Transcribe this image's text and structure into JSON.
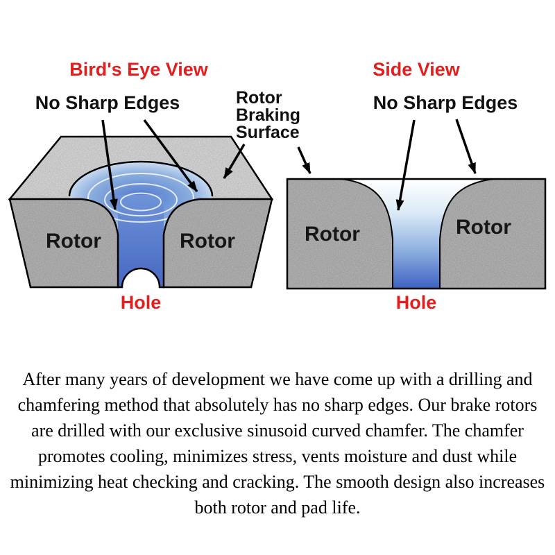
{
  "diagram": {
    "birdseye": {
      "title": "Bird's Eye View",
      "rotor_left": "Rotor",
      "rotor_right": "Rotor",
      "hole": "Hole"
    },
    "sideview": {
      "title": "Side View",
      "rotor_left": "Rotor",
      "rotor_right": "Rotor",
      "hole": "Hole"
    },
    "labels": {
      "no_sharp_edges_left": "No Sharp Edges",
      "no_sharp_edges_right": "No Sharp Edges",
      "rotor_braking_surface": {
        "line1": "Rotor",
        "line2": "Braking",
        "line3": "Surface"
      }
    },
    "colors": {
      "accent_red": "#e21f1f",
      "rotor_gray": "#b6b6b6",
      "top_face_gray": "#dadada",
      "hole_blue_deep": "#3c62c2",
      "outline_black": "#000000"
    }
  },
  "body": {
    "paragraph": "After many years of development we have come up with a drilling and chamfering method that absolutely has no sharp edges.  Our brake rotors are drilled with our exclusive sinusoid curved chamfer. The chamfer promotes cooling, minimizes stress, vents moisture and dust while minimizing heat checking and cracking. The smooth design also increases both rotor and pad life."
  }
}
